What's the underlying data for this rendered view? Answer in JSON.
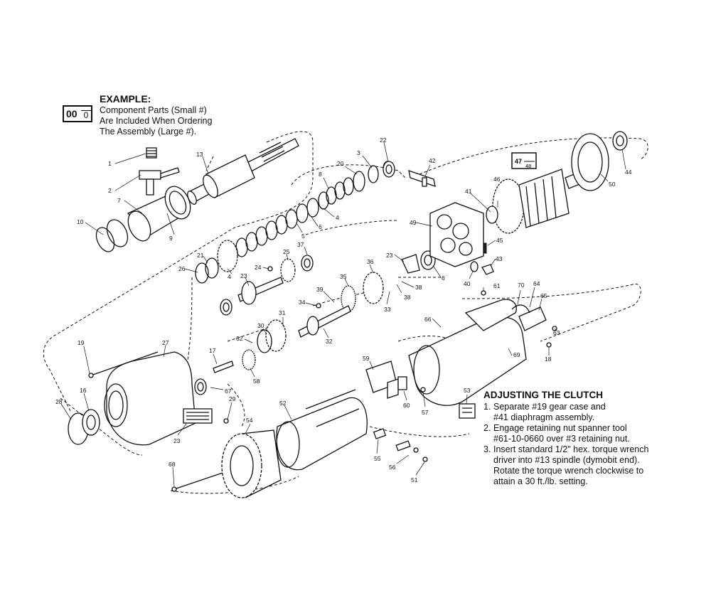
{
  "example": {
    "heading": "EXAMPLE:",
    "box_large": "00",
    "box_small": "0",
    "lines": [
      "Component Parts (Small #)",
      "Are Included When Ordering",
      "The Assembly (Large #)."
    ]
  },
  "clutch": {
    "heading": "ADJUSTING THE CLUTCH",
    "steps": [
      {
        "number": "1.",
        "lines": [
          "Separate #19 gear case and",
          "#41 diaphragm assembly."
        ]
      },
      {
        "number": "2.",
        "lines": [
          "Engage retaining nut spanner tool",
          "#61-10-0660 over #3 retaining nut."
        ]
      },
      {
        "number": "3.",
        "lines": [
          "Insert standard 1/2\" hex. torque wrench",
          "driver into #13 spindle (dymobit end).",
          "Rotate the torque wrench clockwise to",
          "attain a 30 ft./lb. setting."
        ]
      }
    ]
  },
  "assembly_callout": {
    "large": "47",
    "small": "48"
  },
  "callouts": [
    "1",
    "2",
    "7",
    "13",
    "10",
    "9",
    "3",
    "22",
    "20",
    "8",
    "4",
    "5",
    "6",
    "42",
    "47",
    "48",
    "46",
    "41",
    "49",
    "50",
    "44",
    "45",
    "43",
    "40",
    "23",
    "6",
    "21",
    "4",
    "26",
    "25",
    "24",
    "23",
    "37",
    "36",
    "35",
    "39",
    "38",
    "38",
    "33",
    "34",
    "32",
    "31",
    "30",
    "62",
    "61",
    "70",
    "64",
    "65",
    "63",
    "66",
    "69",
    "18",
    "19",
    "27",
    "17",
    "16",
    "28",
    "67",
    "29",
    "58",
    "59",
    "60",
    "57",
    "53",
    "52",
    "54",
    "55",
    "56",
    "51",
    "68",
    "23"
  ]
}
